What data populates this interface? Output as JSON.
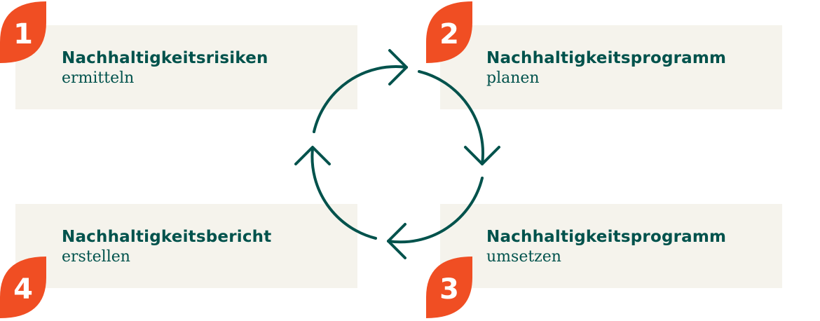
{
  "colors": {
    "accent": "#f04e23",
    "text": "#00524c",
    "box": "#f5f3ec",
    "arrow": "#00524c"
  },
  "steps": [
    {
      "number": "1",
      "title": "Nachhaltigkeitsrisiken",
      "subtitle": "ermitteln"
    },
    {
      "number": "2",
      "title": "Nachhaltigkeitsprogramm",
      "subtitle": "planen"
    },
    {
      "number": "3",
      "title": "Nachhaltigkeitsprogramm",
      "subtitle": "umsetzen"
    },
    {
      "number": "4",
      "title": "Nachhaltigkeitsbericht",
      "subtitle": "erstellen"
    }
  ],
  "cycle": {
    "icon": "cycle-arrows-icon",
    "direction": "clockwise"
  }
}
